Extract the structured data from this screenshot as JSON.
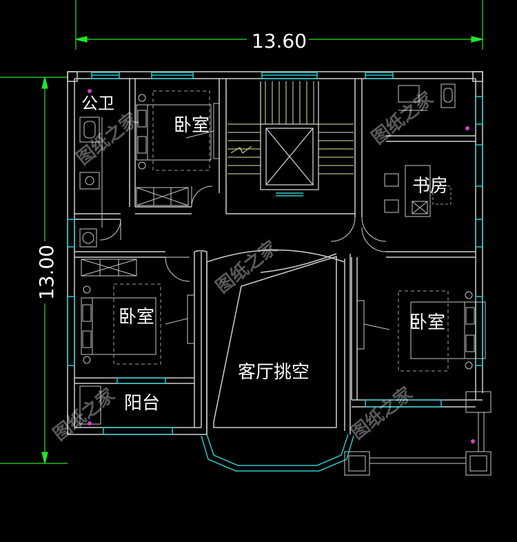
{
  "dimensions": {
    "width_label": "13.60",
    "height_label": "13.00"
  },
  "rooms": {
    "public_bath": "公卫",
    "bedroom_nw": "卧室",
    "study": "书房",
    "bedroom_w": "卧室",
    "bedroom_e": "卧室",
    "living_void": "客厅挑空",
    "balcony": "阳台"
  },
  "watermark": "图纸之家",
  "colors": {
    "background": "#000000",
    "wall": "#d0d0d0",
    "window": "#2ec8c8",
    "dimension": "#22e822",
    "stairs": "#e8e8a0",
    "text": "#ffffff",
    "dashed_furniture": "#a0a0a0",
    "marker": "#d040d0"
  }
}
